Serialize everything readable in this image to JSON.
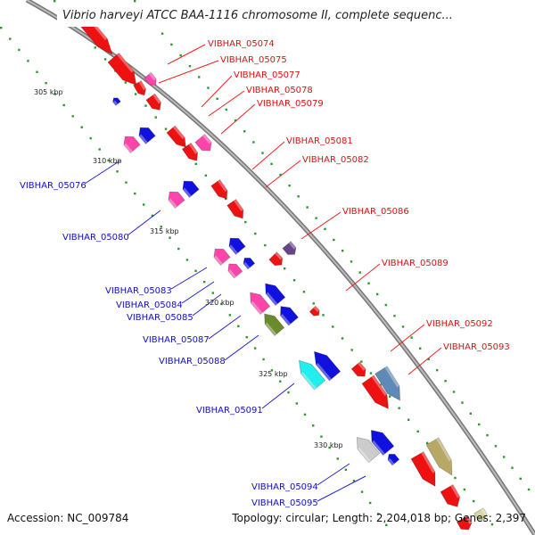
{
  "title": "Vibrio harveyi ATCC BAA-1116 chromosome II, complete sequenc...",
  "footer": {
    "accession": "Accession: NC_009784",
    "stats": "Topology: circular; Length: 2,204,018 bp; Genes: 2,397"
  },
  "colors": {
    "forward_label": "#dd1111",
    "reverse_label": "#1111bb",
    "backbone": "#888888",
    "tick_marks": "#2a9a2a"
  },
  "kbp_labels": [
    "305 kbp",
    "310 kbp",
    "315 kbp",
    "320 kbp",
    "325 kbp",
    "330 kbp"
  ],
  "gene_labels_forward": [
    "VIBHAR_05074",
    "VIBHAR_05075",
    "VIBHAR_05077",
    "VIBHAR_05078",
    "VIBHAR_05079",
    "VIBHAR_05081",
    "VIBHAR_05082",
    "VIBHAR_05086",
    "VIBHAR_05089",
    "VIBHAR_05092",
    "VIBHAR_05093"
  ],
  "gene_labels_reverse": [
    "VIBHAR_05076",
    "VIBHAR_05080",
    "VIBHAR_05083",
    "VIBHAR_05084",
    "VIBHAR_05085",
    "VIBHAR_05087",
    "VIBHAR_05088",
    "VIBHAR_05091",
    "VIBHAR_05094",
    "VIBHAR_05095"
  ]
}
